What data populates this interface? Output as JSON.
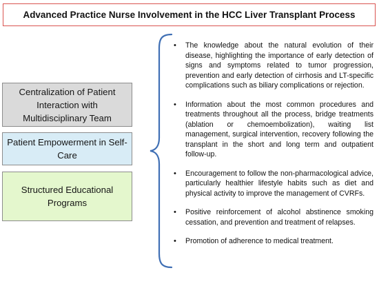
{
  "title": "Advanced Practice Nurse Involvement in the HCC Liver Transplant Process",
  "categories": [
    "Centralization of Patient Interaction with Multidisciplinary Team",
    "Patient Empowerment in Self-Care",
    "Structured Educational Programs"
  ],
  "bullets": [
    "The knowledge about the natural evolution of their disease, highlighting the importance of early detection of signs and symptoms related to tumor progression, prevention and early detection of cirrhosis and LT-specific complications such as biliary complications or rejection.",
    "Information about the most common procedures and treatments throughout all the process, bridge treatments (ablation or chemoembolization), waiting list management, surgical intervention, recovery following the transplant in the short and long term and outpatient follow-up.",
    "Encouragement to follow the non-pharmacological advice, particularly healthier lifestyle habits such as diet and physical activity to improve the management of CVRFs.",
    "Positive reinforcement of alcohol abstinence smoking cessation, and prevention and treatment of relapses.",
    "Promotion of adherence to medical treatment."
  ],
  "colors": {
    "title_border": "#d9534f",
    "brace": "#3f6fb4",
    "centralization_fill": "#dadada",
    "empowerment_fill": "#d8ecf6",
    "structured_fill": "#e4f7cd"
  }
}
